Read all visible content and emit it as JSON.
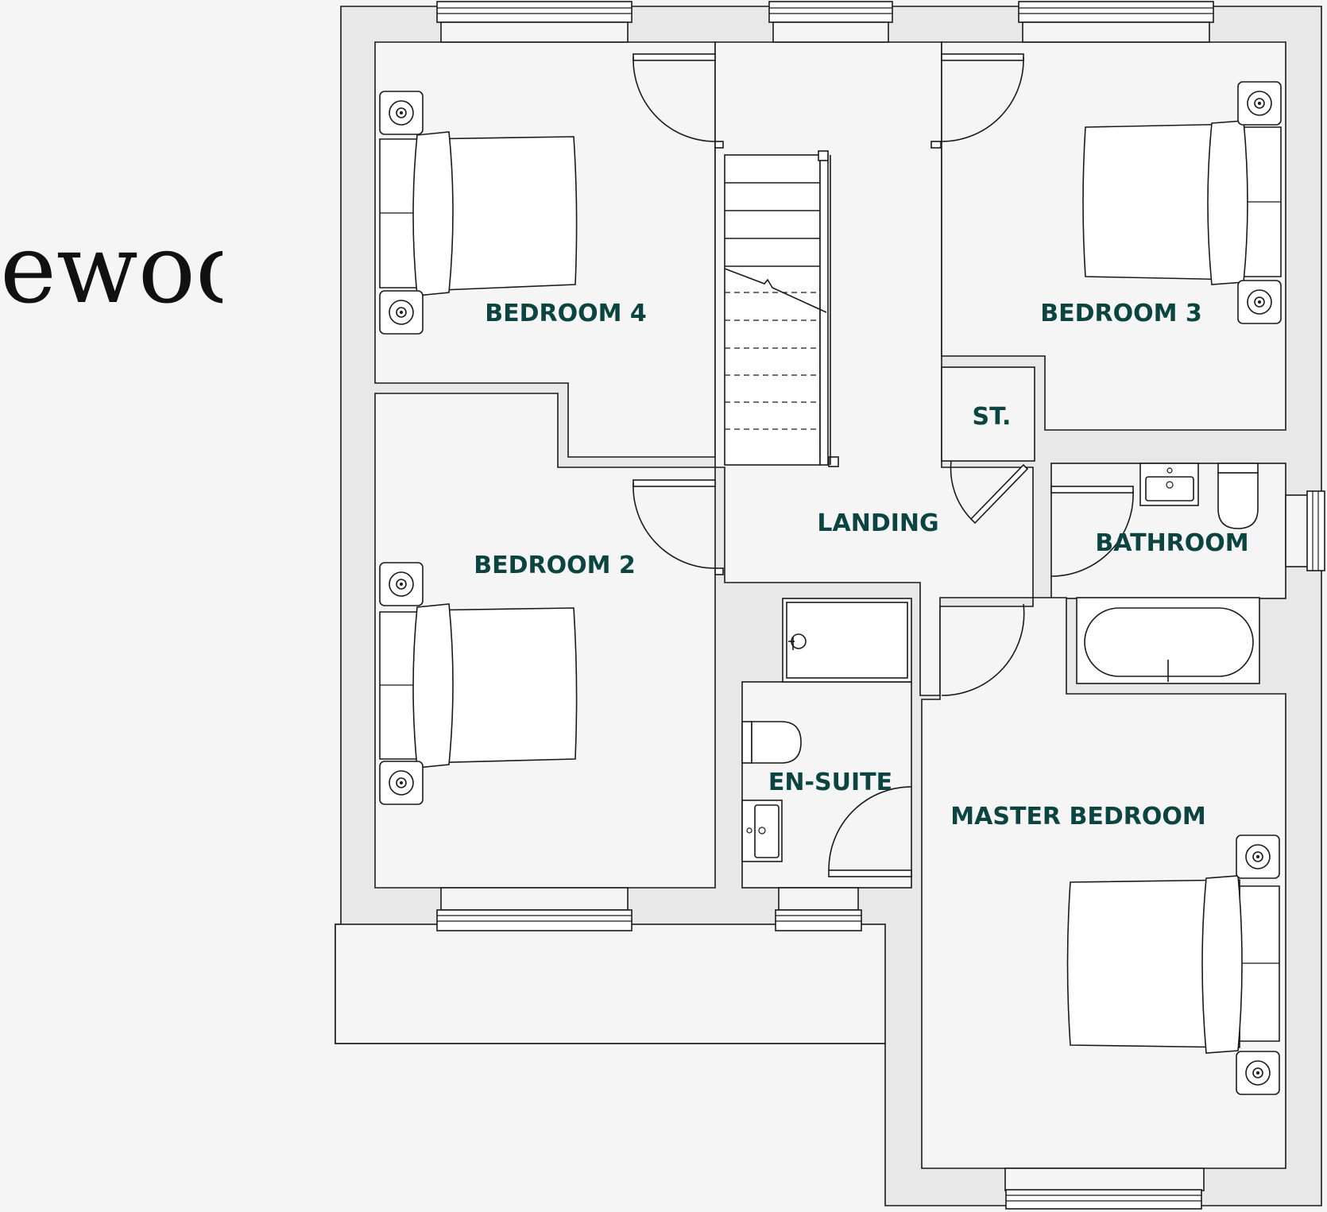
{
  "title": "ewood",
  "rooms": {
    "bedroom4": "BEDROOM 4",
    "bedroom3": "BEDROOM 3",
    "storage": "ST.",
    "landing": "LANDING",
    "bathroom": "BATHROOM",
    "bedroom2": "BEDROOM 2",
    "ensuite": "EN-SUITE",
    "master": "MASTER BEDROOM"
  },
  "colors": {
    "label": "#0b4440",
    "wall": "#e8e8e8",
    "floor": "#f5f5f5",
    "background": "#f5f5f5"
  }
}
